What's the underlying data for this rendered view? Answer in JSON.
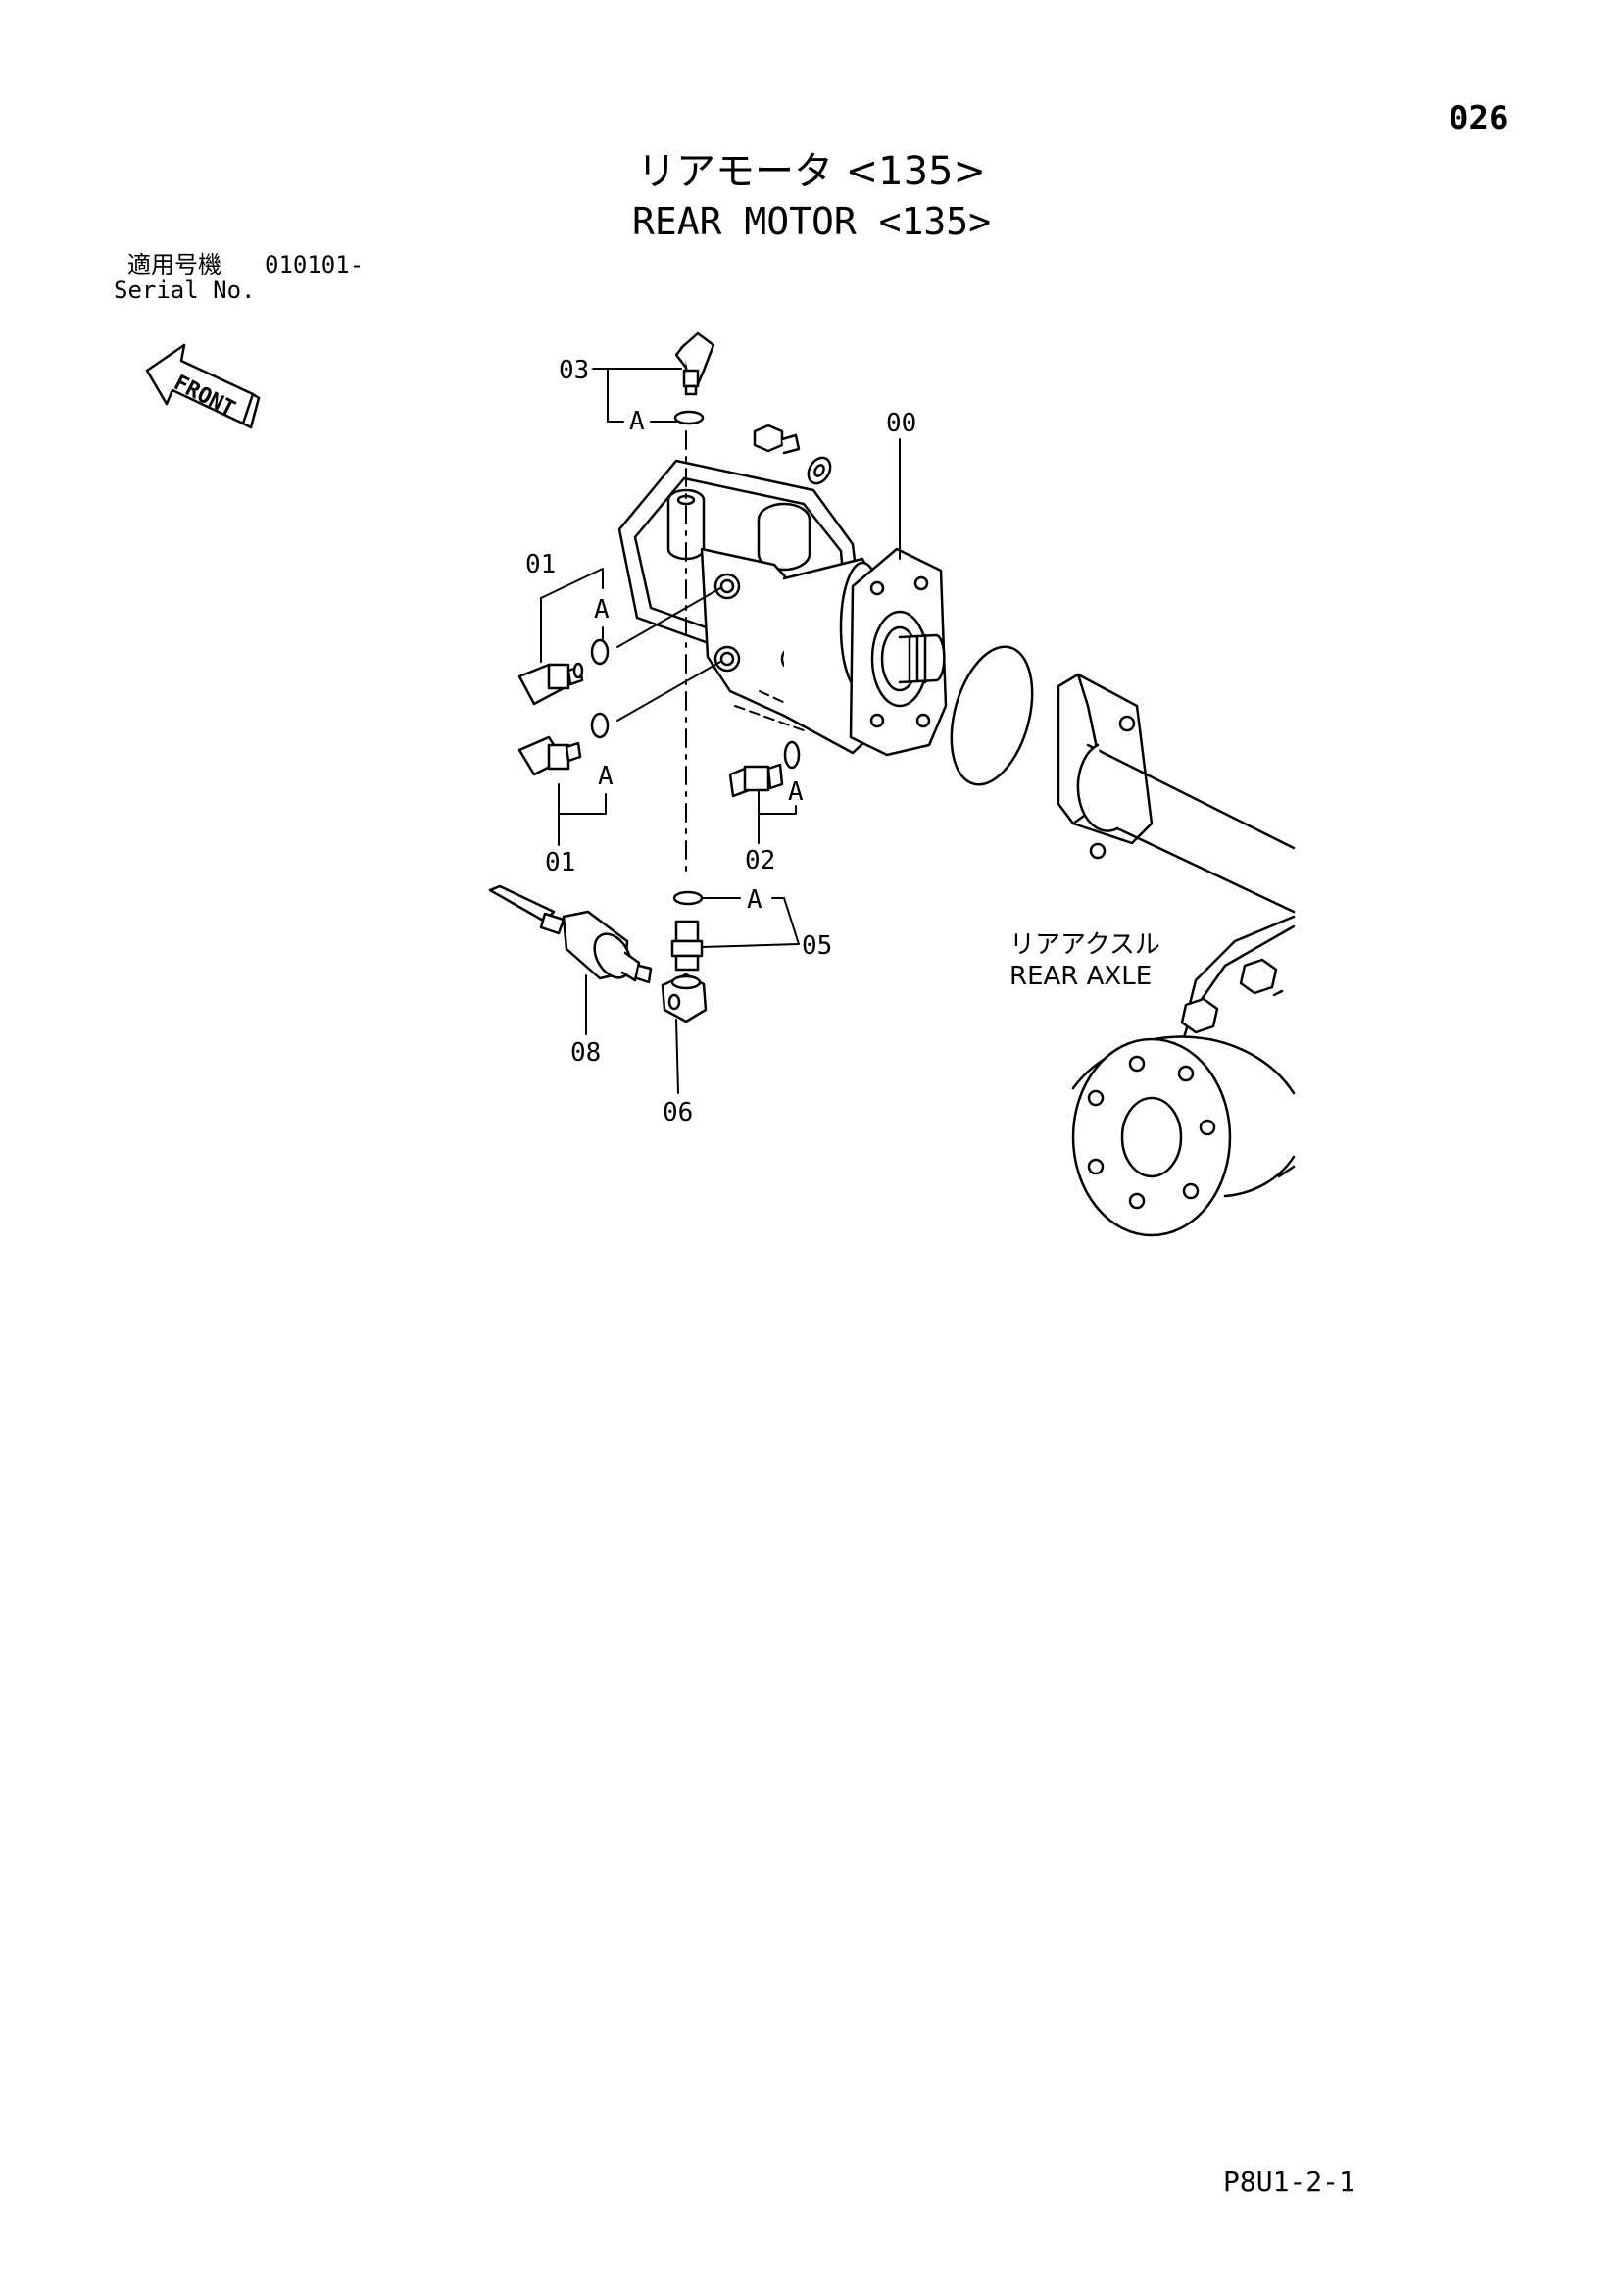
{
  "page": {
    "page_number": "026",
    "title_ja": "リアモータ <135>",
    "title_en": "REAR MOTOR <135>",
    "serial_label_ja": "適用号機",
    "serial_value": "010101-",
    "serial_label_en": "Serial No.",
    "footer_code": "P8U1-2-1"
  },
  "diagram": {
    "front_arrow_label": "FRONT",
    "part_callouts": [
      "00",
      "01",
      "01",
      "02",
      "03",
      "05",
      "06",
      "08"
    ],
    "sub_label": "A",
    "rear_axle_label_ja": "リアアクスル",
    "rear_axle_label_en": "REAR AXLE"
  }
}
